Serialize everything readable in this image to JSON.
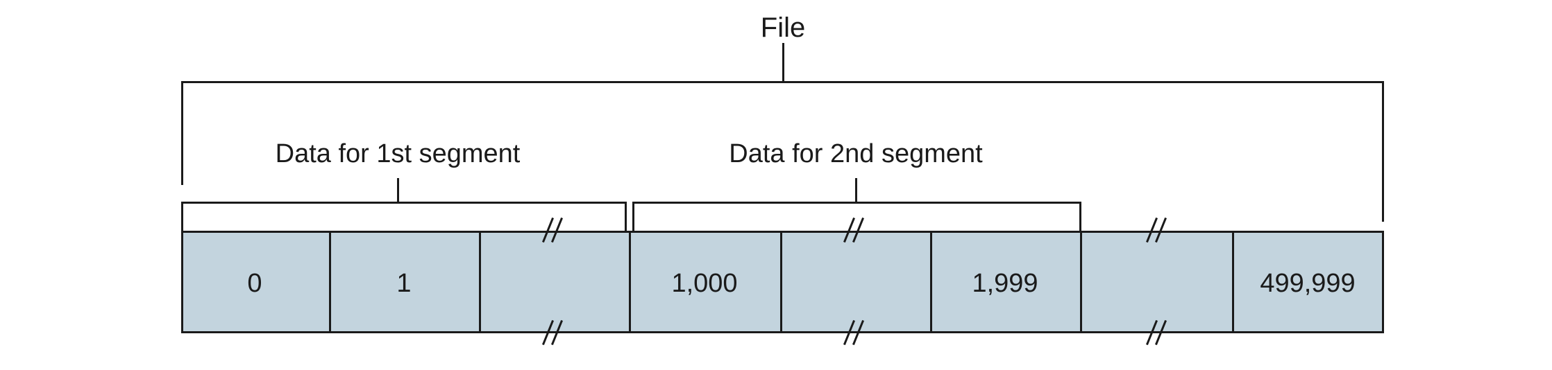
{
  "diagram": {
    "title_label": "File",
    "segment_labels": [
      {
        "text": "Data for 1st segment"
      },
      {
        "text": "Data for 2nd segment"
      }
    ],
    "colors": {
      "cell_fill": "#c3d4de",
      "stroke": "#1a1a1a",
      "background": "#ffffff"
    },
    "cells": [
      {
        "value": "0",
        "has_break": false
      },
      {
        "value": "1",
        "has_break": false
      },
      {
        "value": "",
        "has_break": true
      },
      {
        "value": "1,000",
        "has_break": false
      },
      {
        "value": "",
        "has_break": true
      },
      {
        "value": "1,999",
        "has_break": false
      },
      {
        "value": "",
        "has_break": true
      },
      {
        "value": "499,999",
        "has_break": false
      }
    ]
  }
}
